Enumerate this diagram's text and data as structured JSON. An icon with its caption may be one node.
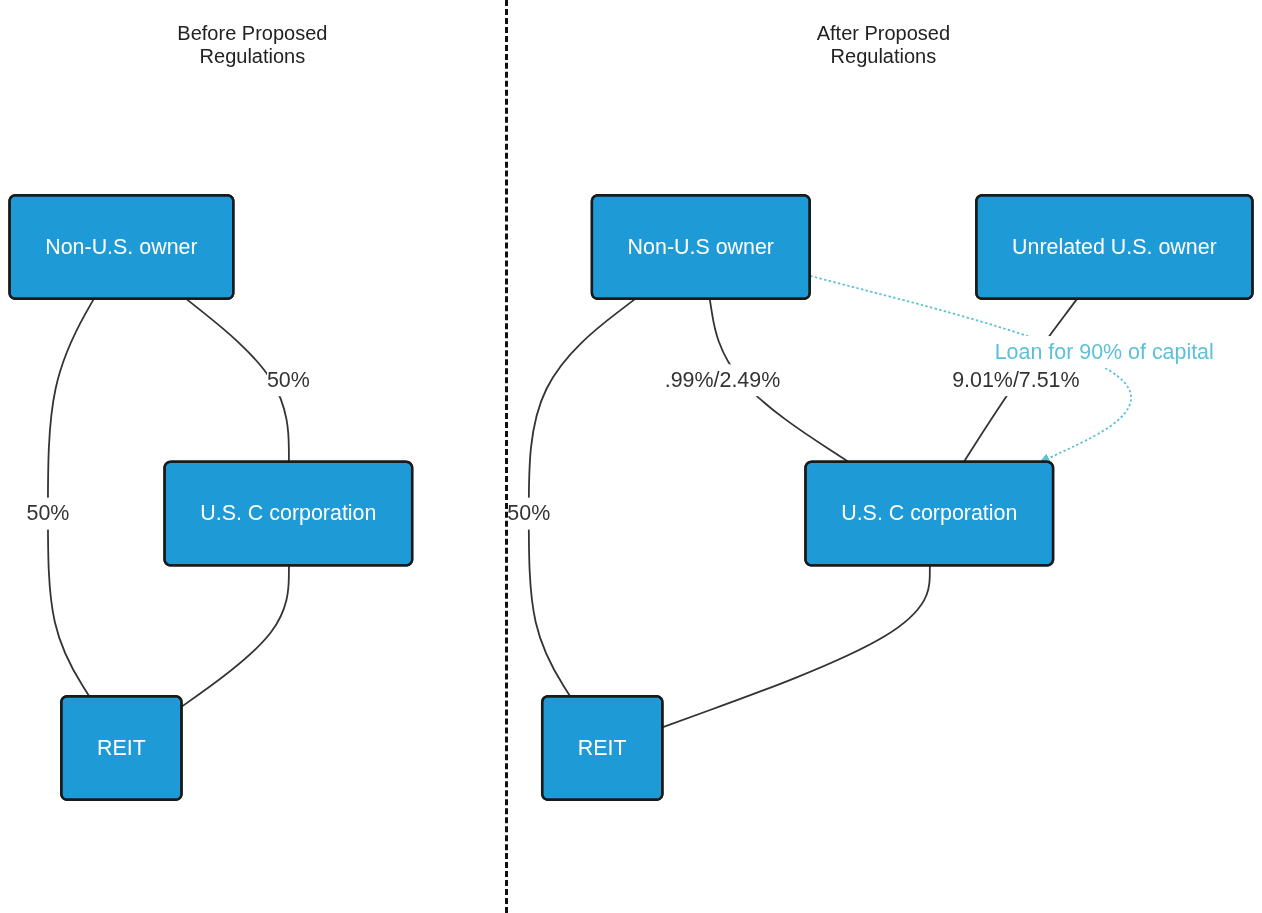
{
  "diagram": {
    "nodes": [
      {
        "text": [
          "Non-U.S. owner"
        ]
      },
      {
        "text": [
          "U.S. C corporation"
        ]
      },
      {
        "text": [
          "REIT"
        ]
      },
      {
        "text": [
          "Non-U.S owner"
        ]
      },
      {
        "text": [
          "Unrelated U.S. owner"
        ]
      },
      {
        "text": [
          "U.S. C corporation"
        ]
      },
      {
        "text": [
          "REIT"
        ]
      }
    ],
    "edges": [
      {
        "from": 0,
        "to": 1,
        "arrow": "none",
        "label": "50%"
      },
      {
        "from": 0,
        "to": 2,
        "arrow": "none",
        "label": "50%"
      },
      {
        "from": 1,
        "to": 2,
        "arrow": "none"
      },
      {
        "from": 3,
        "to": 5,
        "arrow": "none",
        "label": ".99%/2.49%"
      },
      {
        "from": 3,
        "to": 6,
        "arrow": "none",
        "label": "50%"
      },
      {
        "from": 5,
        "to": 6,
        "arrow": "none"
      },
      {
        "from": 4,
        "to": 5,
        "arrow": "none",
        "label": "9.01%/7.51%"
      },
      {
        "from": 3,
        "to": 5,
        "arrow": "to",
        "label": "Loan for 90% of capital",
        "style": "dashed",
        "color": "#5bc0d8"
      }
    ],
    "labels": [
      "Before Proposed Regulations",
      "After Proposed Regulations"
    ]
  }
}
